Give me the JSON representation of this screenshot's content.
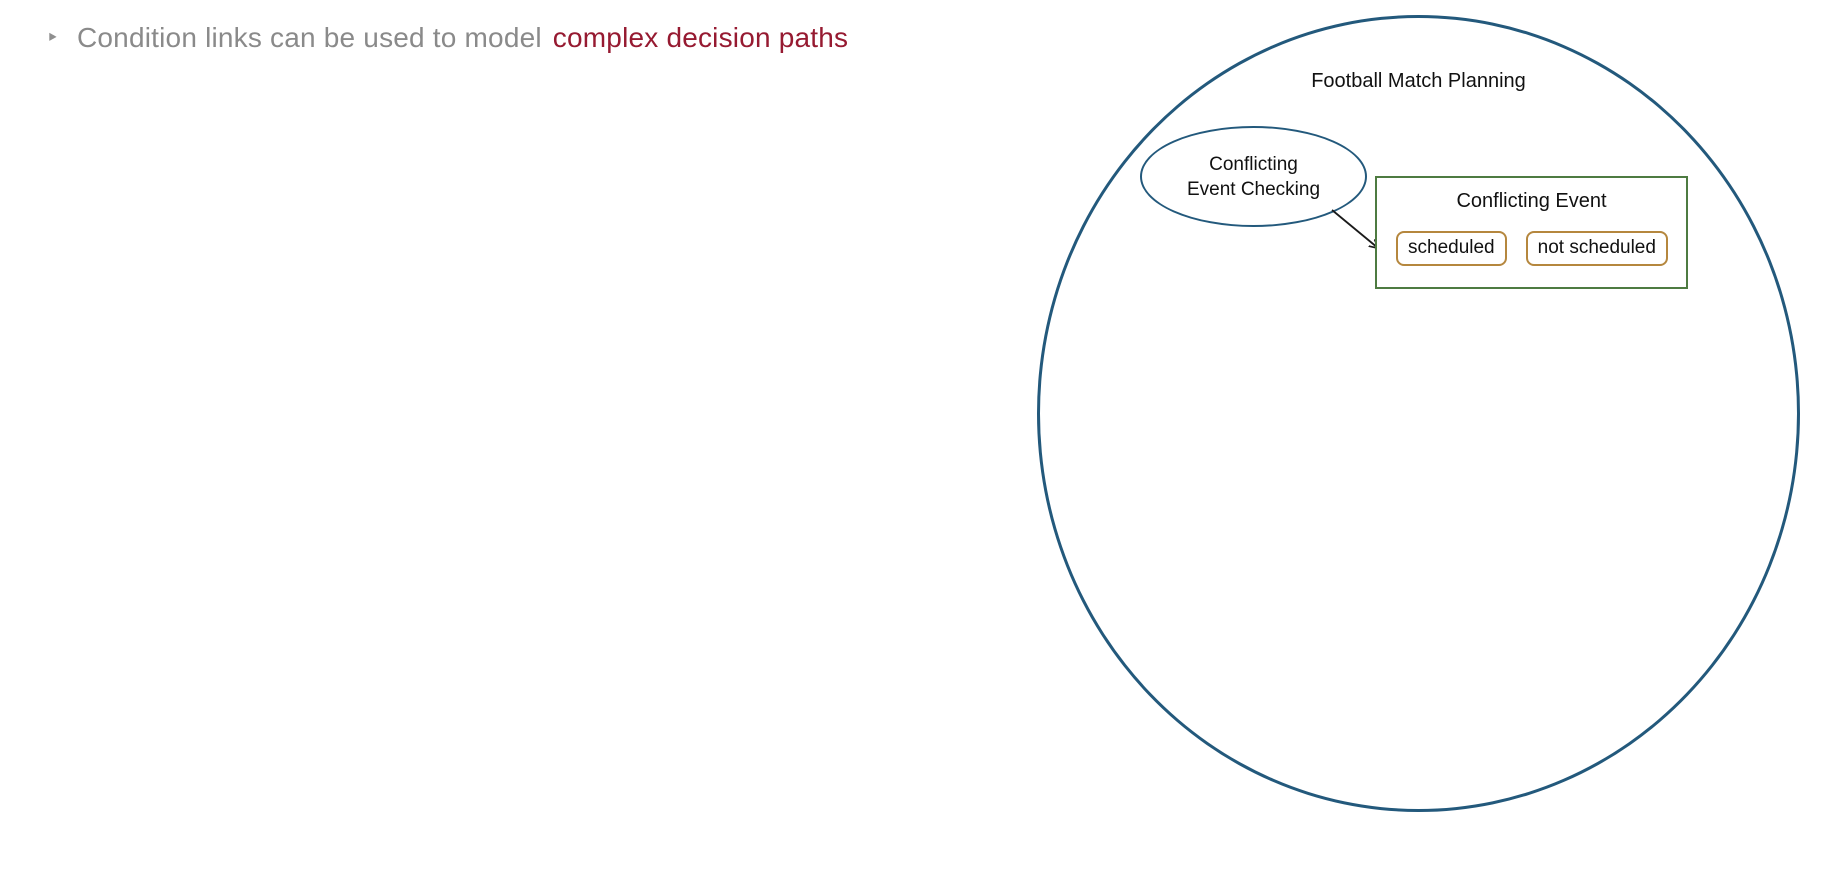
{
  "slide": {
    "bullet_glyph": "‣",
    "statement_gray": "Condition links can be used to model",
    "statement_highlight": "complex decision paths"
  },
  "diagram": {
    "plan_label": "Football Match Planning",
    "task_label_line1": "Conflicting",
    "task_label_line2": "Event Checking",
    "event_group_label": "Conflicting Event",
    "event_states": [
      {
        "label": "scheduled"
      },
      {
        "label": "not scheduled"
      }
    ],
    "colors": {
      "plan_circle_stroke": "#23597C",
      "task_ellipse_stroke": "#23597C",
      "event_group_stroke": "#4E7B41",
      "event_state_stroke": "#B5873E",
      "highlight_text": "#961A31",
      "gray_text": "#8A8A8A",
      "arrow": "#1A1A1A"
    }
  }
}
